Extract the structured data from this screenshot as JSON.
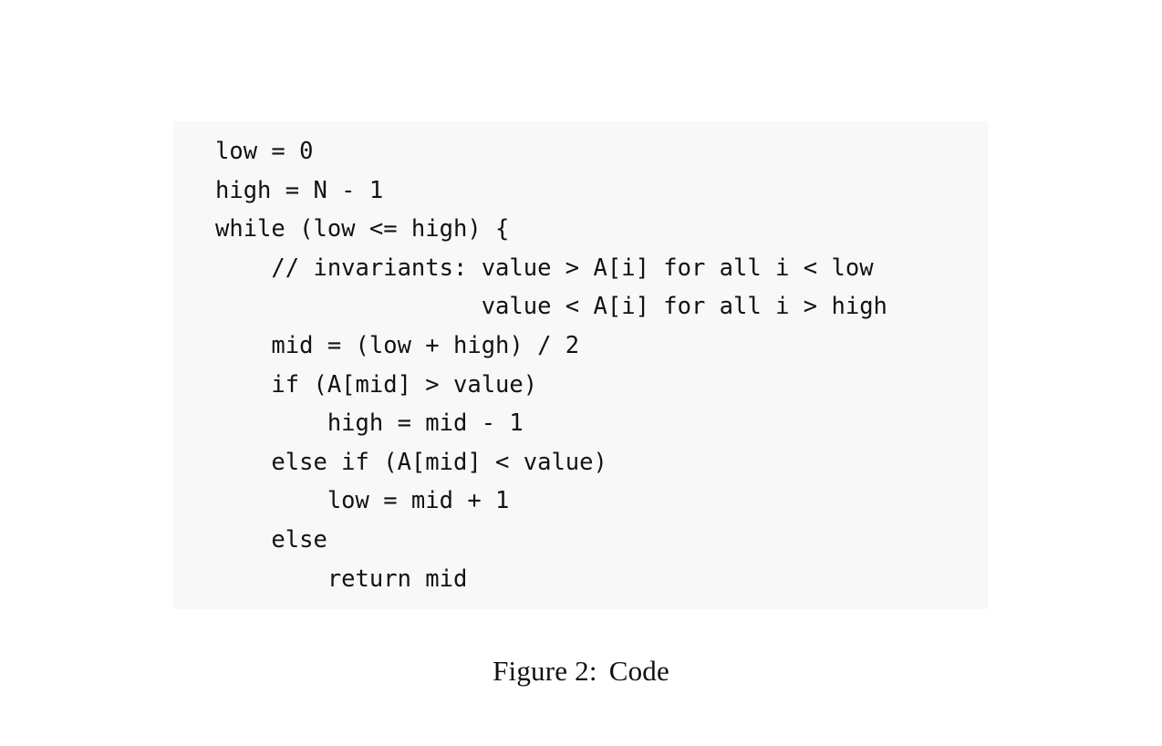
{
  "document": {
    "page_background": "#ffffff",
    "figure": {
      "code_block": {
        "background": "#f8f8f8",
        "text_color": "#121212",
        "language_style": "c-like-pseudocode",
        "lines": [
          "low = 0",
          "high = N - 1",
          "while (low <= high) {",
          "    // invariants: value > A[i] for all i < low",
          "                   value < A[i] for all i > high",
          "    mid = (low + high) / 2",
          "    if (A[mid] > value)",
          "        high = mid - 1",
          "    else if (A[mid] < value)",
          "        low = mid + 1",
          "    else",
          "        return mid"
        ]
      },
      "caption": {
        "label": "Figure 2:",
        "title": "Code",
        "full_text": "Figure 2:  Code"
      }
    }
  }
}
